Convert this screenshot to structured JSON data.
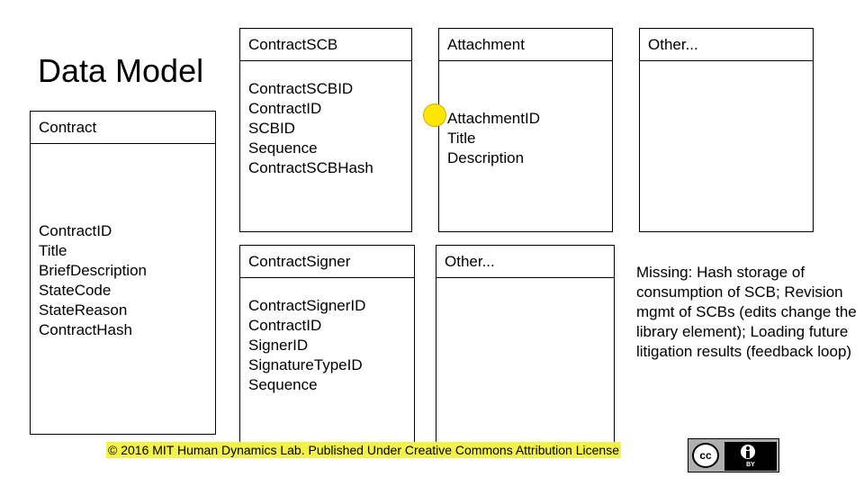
{
  "title": "Data Model",
  "entities": {
    "contract": {
      "name": "Contract",
      "fields": [
        "ContractID",
        "Title",
        "BriefDescription",
        "StateCode",
        "StateReason",
        "ContractHash"
      ]
    },
    "contract_scb": {
      "name": "ContractSCB",
      "fields": [
        "ContractSCBID",
        "ContractID",
        "SCBID",
        "Sequence",
        "ContractSCBHash"
      ]
    },
    "attachment": {
      "name": "Attachment",
      "fields": [
        "AttachmentID",
        "Title",
        "Description"
      ]
    },
    "other_top": {
      "name": "Other...",
      "fields": []
    },
    "contract_signer": {
      "name": "ContractSigner",
      "fields": [
        "ContractSignerID",
        "ContractID",
        "SignerID",
        "SignatureTypeID",
        "Sequence"
      ]
    },
    "other_bottom": {
      "name": "Other...",
      "fields": []
    }
  },
  "note": "Missing: Hash storage of consumption of SCB;  Revision mgmt of SCBs (edits change the library element); Loading future litigation results (feedback loop)",
  "footer": "© 2016 MIT Human Dynamics Lab. Published Under Creative Commons Attribution License",
  "license_badge": {
    "cc": "cc",
    "by": "BY"
  },
  "colors": {
    "footer_highlight": "#f2f24a",
    "marker": "#ffe600",
    "badge_bg": "#aeb0ae"
  }
}
